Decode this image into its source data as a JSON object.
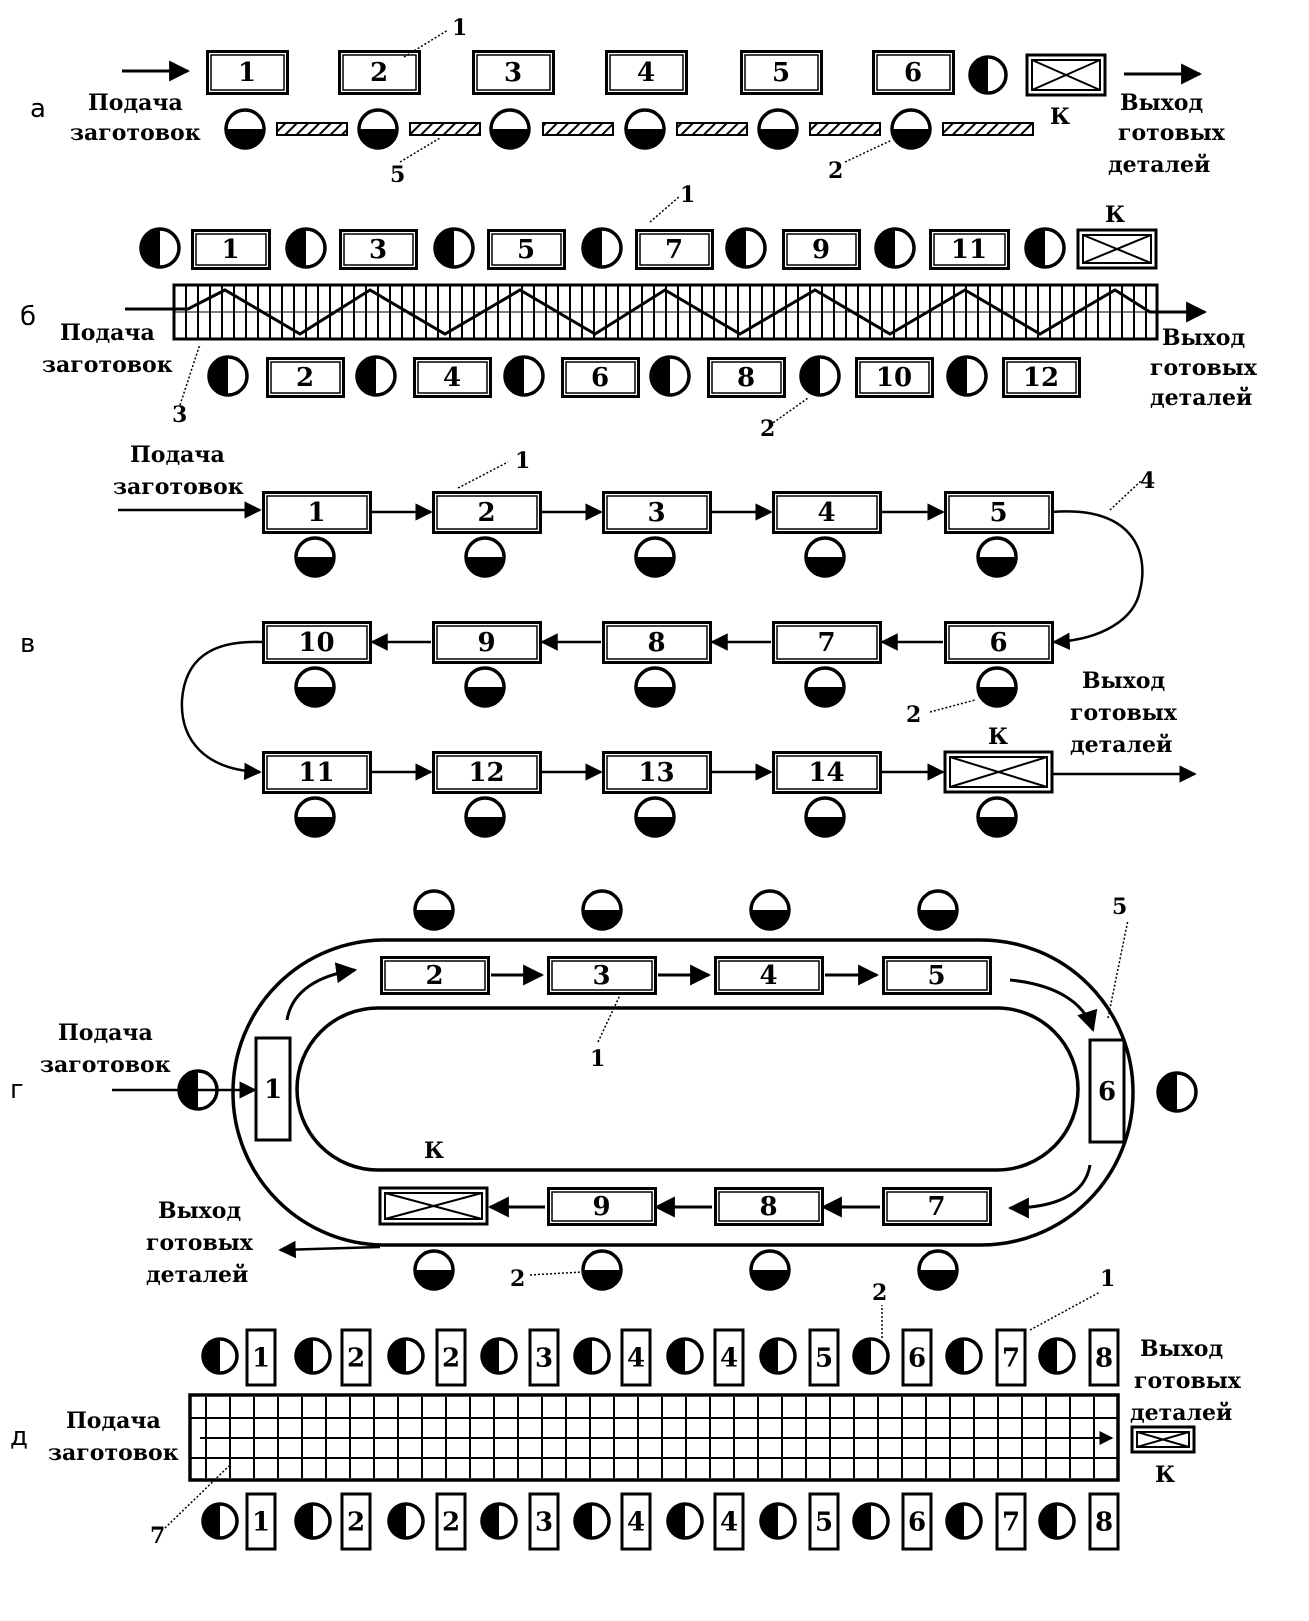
{
  "labels": {
    "input_line1": "Подача",
    "input_line2": "заготовок",
    "output_line1": "Выход",
    "output_line2": "готовых",
    "output_line3": "деталей",
    "control": "К"
  },
  "sections": {
    "a": {
      "letter": "а",
      "stations": [
        "1",
        "2",
        "3",
        "4",
        "5",
        "6"
      ],
      "callouts": [
        "1",
        "5",
        "2"
      ]
    },
    "b": {
      "letter": "б",
      "top_stations": [
        "1",
        "3",
        "5",
        "7",
        "9",
        "11"
      ],
      "bottom_stations": [
        "2",
        "4",
        "6",
        "8",
        "10",
        "12"
      ],
      "callouts": [
        "1",
        "3",
        "2"
      ]
    },
    "v": {
      "letter": "в",
      "row1": [
        "1",
        "2",
        "3",
        "4",
        "5"
      ],
      "row2": [
        "10",
        "9",
        "8",
        "7",
        "6"
      ],
      "row3": [
        "11",
        "12",
        "13",
        "14"
      ],
      "callouts": [
        "1",
        "4",
        "2"
      ]
    },
    "g": {
      "letter": "г",
      "top_stations": [
        "2",
        "3",
        "4",
        "5"
      ],
      "left_station": "1",
      "right_station": "6",
      "bottom_stations": [
        "9",
        "8",
        "7"
      ],
      "callouts": [
        "5",
        "1",
        "2"
      ]
    },
    "d": {
      "letter": "д",
      "top_stations": [
        "1",
        "2",
        "2",
        "3",
        "4",
        "4",
        "5",
        "6",
        "7",
        "8"
      ],
      "bottom_stations": [
        "1",
        "2",
        "2",
        "3",
        "4",
        "4",
        "5",
        "6",
        "7",
        "8"
      ],
      "callouts": [
        "1",
        "2",
        "7"
      ]
    }
  }
}
